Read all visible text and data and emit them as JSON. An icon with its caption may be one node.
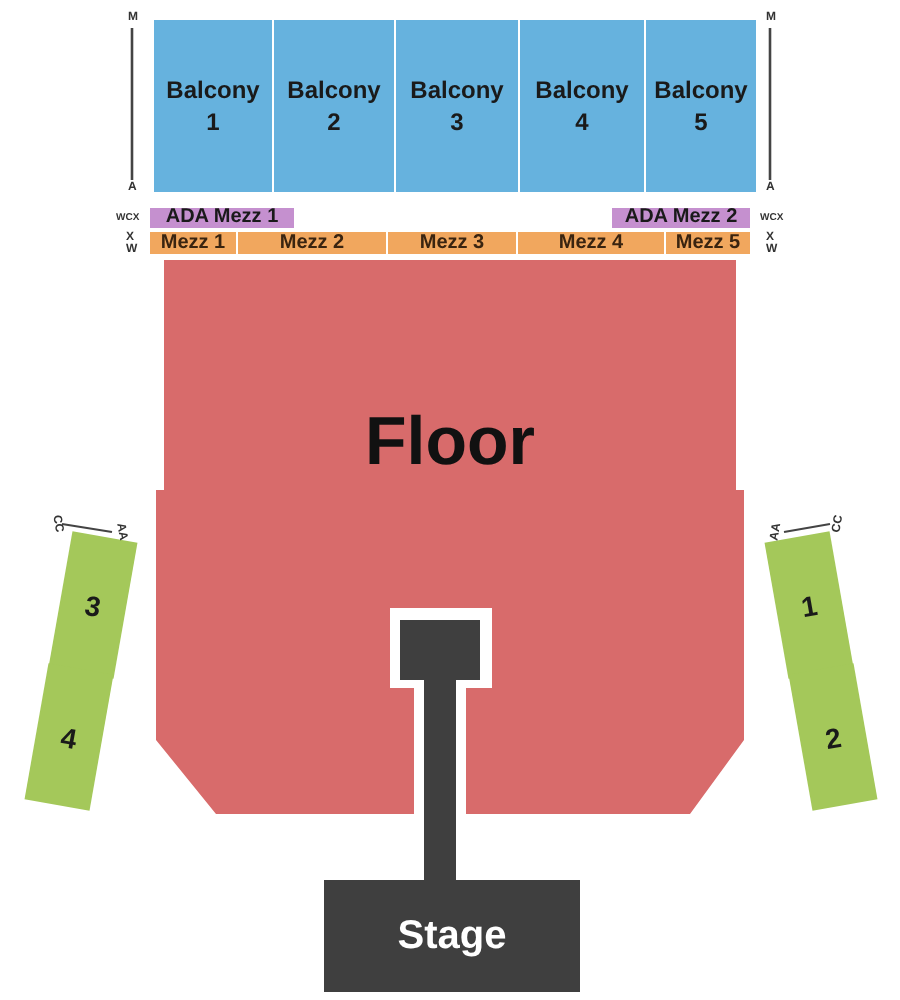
{
  "diagram": {
    "nodes": [
      {
        "text": [
          "Balcony 1"
        ]
      },
      {
        "text": [
          "Balcony 2"
        ]
      },
      {
        "text": [
          "Balcony 3"
        ]
      },
      {
        "text": [
          "Balcony 4"
        ]
      },
      {
        "text": [
          "Balcony 5"
        ]
      },
      {
        "text": [
          "ADA Mezz 1"
        ]
      },
      {
        "text": [
          "ADA Mezz 2"
        ]
      },
      {
        "text": [
          "Mezz 1"
        ]
      },
      {
        "text": [
          "Mezz 2"
        ]
      },
      {
        "text": [
          "Mezz 3"
        ]
      },
      {
        "text": [
          "Mezz 4"
        ]
      },
      {
        "text": [
          "Mezz 5"
        ]
      },
      {
        "text": [
          "Floor"
        ]
      },
      {
        "text": [
          "3"
        ]
      },
      {
        "text": [
          "1"
        ]
      },
      {
        "text": [
          "4"
        ]
      },
      {
        "text": [
          "2"
        ]
      },
      {
        "text": [
          "Stage"
        ]
      },
      {
        "text": [],
        "shape": "box"
      }
    ],
    "labels": [
      "M",
      "M",
      "A",
      "A",
      "WCX",
      "WCX",
      "X",
      "X",
      "W",
      "W",
      "CC",
      "AA",
      "AA",
      "CC"
    ]
  }
}
